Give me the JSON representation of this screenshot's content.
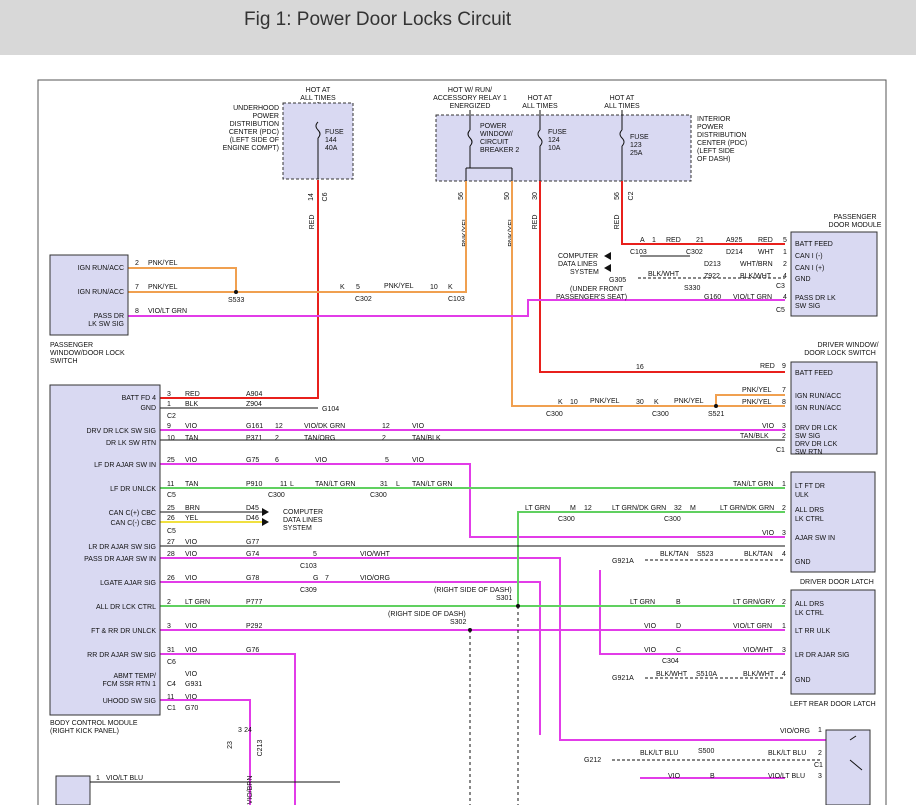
{
  "header": {
    "title": "Fig 1: Power Door Locks Circuit"
  },
  "colors": {
    "red": "#e8201c",
    "pink": "#e23ce8",
    "orange": "#f0a050",
    "green": "#60d060",
    "box": "#d9d9f2",
    "header": "#d8d8d8"
  },
  "pdc": {
    "hot": [
      "HOT AT",
      "ALL TIMES"
    ],
    "label": [
      "UNDERHOOD",
      "POWER",
      "DISTRIBUTION",
      "CENTER (PDC)",
      "(LEFT SIDE OF",
      "ENGINE COMPT)"
    ],
    "fuse": [
      "FUSE",
      "144",
      "40A"
    ],
    "pin": "14",
    "conn": "C6",
    "wire": "RED"
  },
  "ipdc": {
    "hot1": [
      "HOT W/ RUN/",
      "ACCESSORY RELAY 1",
      "ENERGIZED"
    ],
    "hot2": [
      "HOT AT",
      "ALL TIMES"
    ],
    "hot3": [
      "HOT AT",
      "ALL TIMES"
    ],
    "cb": [
      "POWER",
      "WINDOW/",
      "CIRCUIT",
      "BREAKER 2"
    ],
    "fuse124": [
      "FUSE",
      "124",
      "10A"
    ],
    "fuse123": [
      "FUSE",
      "123",
      "25A"
    ],
    "label": [
      "INTERIOR",
      "POWER",
      "DISTRIBUTION",
      "CENTER (PDC)",
      "(LEFT SIDE",
      "OF DASH)"
    ],
    "pins": [
      "56",
      "50",
      "30",
      "56"
    ],
    "conn": "C2",
    "wires": [
      "PNK/YEL",
      "PNK/YEL",
      "RED",
      "RED"
    ]
  },
  "pass_switch": {
    "pins": [
      "IGN RUN/ACC",
      "IGN RUN/ACC",
      "PASS DR\nLK SW SIG"
    ],
    "pinnums": [
      "2",
      "7",
      "8"
    ],
    "wires": [
      "PNK/YEL",
      "PNK/YEL",
      "VIO/LT GRN"
    ],
    "label": [
      "PASSENGER",
      "WINDOW/DOOR LOCK",
      "SWITCH"
    ],
    "splice": "S533",
    "k1": "K",
    "k2": "K",
    "c302": "C302",
    "c103": "C103",
    "n5": "5",
    "n10": "10",
    "pnk": "PNK/YEL"
  },
  "pass_module": {
    "label": [
      "PASSENGER",
      "DOOR MODULE"
    ],
    "pins": [
      "BATT FEED",
      "CAN I (-)",
      "CAN I (+)",
      "GND",
      "PASS DR LK\nSW SIG"
    ],
    "nums": [
      "5",
      "1",
      "2",
      "4",
      "4"
    ],
    "conns": [
      "C3",
      "C5"
    ],
    "wires": [
      "RED",
      "WHT",
      "WHT/BRN",
      "BLK/WHT",
      "VIO/LT GRN"
    ],
    "circ": [
      "A925",
      "D214",
      "D213",
      "Z922",
      "G160"
    ],
    "misc": [
      "A",
      "1",
      "C103",
      "21",
      "C302",
      "RED",
      "COMPUTER",
      "DATA LINES",
      "SYSTEM",
      "G305",
      "BLK/WHT",
      "S330",
      "(UNDER FRONT",
      "PASSENGER'S SEAT)"
    ]
  },
  "driver_switch": {
    "label": [
      "DRIVER WINDOW/",
      "DOOR LOCK SWITCH"
    ],
    "pins": [
      "BATT FEED",
      "IGN RUN/ACC",
      "IGN RUN/ACC",
      "DRV DR LCK\nSW SIG",
      "DRV DR LCK\nSW RTN"
    ],
    "nums": [
      "9",
      "7",
      "8",
      "3",
      "2"
    ],
    "conn": "C1",
    "wires": [
      "RED",
      "PNK/YEL",
      "PNK/YEL",
      "VIO",
      "TAN/BLK"
    ],
    "misc": [
      "16",
      "K",
      "10",
      "C300",
      "PNK/YEL",
      "30",
      "K",
      "C300",
      "PNK/YEL",
      "S521"
    ]
  },
  "bcm": {
    "label": [
      "BODY CONTROL MODULE",
      "(RIGHT KICK PANEL)"
    ],
    "pins": [
      "BATT FD 4",
      "GND",
      "DRV DR LCK SW SIG",
      "DR LK SW RTN",
      "LF DR AJAR SW IN",
      "LF DR UNLCK",
      "CAN C(+) CBC",
      "CAN C(-) CBC",
      "LR DR AJAR SW SIG",
      "PASS DR AJAR SW IN",
      "LGATE AJAR SIG",
      "ALL DR LCK CTRL",
      "FT & RR DR UNLCK",
      "RR DR AJAR SW SIG",
      "ABMT TEMP/\nFCM SSR RTN 1",
      "UHOOD SW SIG"
    ],
    "nums": [
      "3",
      "1",
      "9",
      "10",
      "25",
      "11",
      "25",
      "26",
      "27",
      "28",
      "26",
      "2",
      "3",
      "31",
      "C4",
      "11"
    ],
    "wires": [
      "RED",
      "BLK",
      "VIO",
      "TAN",
      "VIO",
      "TAN",
      "BRN",
      "YEL",
      "VIO",
      "VIO",
      "VIO",
      "LT GRN",
      "VIO",
      "VIO",
      "VIO",
      "VIO"
    ],
    "circ": [
      "A904",
      "Z904",
      "G161",
      "P371",
      "G75",
      "P910",
      "D45",
      "D46",
      "G77",
      "G74",
      "G78",
      "P777",
      "P292",
      "G76",
      "G931",
      "G70"
    ],
    "conns": [
      "C2",
      "C5",
      "C5",
      "C6",
      "C1"
    ],
    "misc": [
      "G104",
      "COMPUTER",
      "DATA LINES",
      "SYSTEM"
    ]
  },
  "mid": {
    "labels": [
      "VIO/DK GRN",
      "TAN/ORG",
      "VIO",
      "TAN/LT GRN",
      "VIO/WHT",
      "VIO/ORG",
      "VIO",
      "TAN/BLK",
      "VIO",
      "TAN/LT GRN",
      "LT GRN",
      "LT GRN/DK GRN",
      "LT GRN",
      "VIO",
      "VIO",
      "BLK/TAN",
      "BLK/WHT"
    ],
    "nums": [
      "12",
      "2",
      "6",
      "11",
      "5",
      "7",
      "12",
      "2",
      "5",
      "31",
      "12",
      "32"
    ],
    "conns": [
      "C300",
      "C300",
      "C103",
      "C309",
      "C300",
      "C300",
      "C304"
    ],
    "letters": [
      "L",
      "L",
      "G",
      "M",
      "M",
      "B",
      "D",
      "C"
    ],
    "splices": [
      "S301",
      "S302",
      "S523",
      "S510A",
      "S500"
    ],
    "notes": [
      "(RIGHT SIDE OF DASH)",
      "(RIGHT SIDE OF DASH)"
    ]
  },
  "ff_latch": {
    "label": [
      "LT FT DR",
      "ULK"
    ],
    "pins": [
      "ALL DRS",
      "LK CTRL",
      "AJAR SW IN",
      "GND"
    ],
    "nums": [
      "1",
      "2",
      "3",
      "4"
    ],
    "wires": [
      "TAN/LT GRN",
      "LT GRN/DK GRN",
      "VIO",
      "BLK/TAN"
    ],
    "title": "DRIVER DOOR LATCH",
    "ground": "G921A"
  },
  "lr_latch": {
    "pins": [
      "ALL DRS",
      "LK CTRL",
      "LT RR ULK",
      "LR DR AJAR SIG",
      "GND"
    ],
    "nums": [
      "2",
      "1",
      "3",
      "4"
    ],
    "wires": [
      "LT GRN/GRY",
      "VIO/LT GRN",
      "VIO/WHT",
      "BLK/WHT"
    ],
    "title": "LEFT REAR DOOR LATCH",
    "ground": "G921A"
  },
  "bottom": {
    "wires": [
      "VIO/ORG",
      "BLK/LT BLU",
      "BLK/LT BLU",
      "VIO",
      "VIO/LT BLU",
      "VIO/LT BLU",
      "VIO/BRN"
    ],
    "nums": [
      "1",
      "2",
      "3",
      "23",
      "3",
      "24"
    ],
    "misc": [
      "G212",
      "S500",
      "B",
      "C1",
      "C213",
      "1"
    ]
  }
}
